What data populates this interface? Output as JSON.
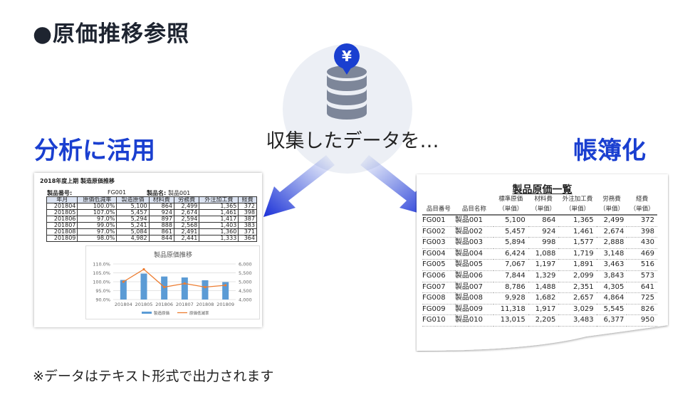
{
  "title": "●原価推移参照",
  "center": {
    "caption": "収集したデータを…",
    "currency_symbol": "¥",
    "icon": "database-icon"
  },
  "left_heading": "分析に活用",
  "right_heading": "帳簿化",
  "footer_note": "※データはテキスト形式で出力されます",
  "colors": {
    "accent": "#1a3fd0",
    "bar": "#5b9bd5",
    "line": "#ed7d31"
  },
  "left_sheet": {
    "title": "2018年度上期 製造原価推移",
    "product_no_label": "製品番号:",
    "product_no": "FG001",
    "product_name_label": "製品名:",
    "product_name": "製品001",
    "headers": [
      "年月",
      "原価低減率",
      "製造原価",
      "材料費",
      "労務費",
      "外注加工費",
      "経費"
    ],
    "rows": [
      [
        "201804",
        "100.0%",
        "5,100",
        "864",
        "2,499",
        "1,365",
        "372"
      ],
      [
        "201805",
        "107.0%",
        "5,457",
        "924",
        "2,674",
        "1,461",
        "398"
      ],
      [
        "201806",
        "97.0%",
        "5,294",
        "897",
        "2,594",
        "1,417",
        "387"
      ],
      [
        "201807",
        "99.0%",
        "5,241",
        "888",
        "2,568",
        "1,403",
        "383"
      ],
      [
        "201808",
        "97.0%",
        "5,084",
        "861",
        "2,491",
        "1,360",
        "371"
      ],
      [
        "201809",
        "98.0%",
        "4,982",
        "844",
        "2,441",
        "1,333",
        "364"
      ]
    ]
  },
  "chart_data": {
    "type": "bar",
    "title": "製品原価推移",
    "categories": [
      "201804",
      "201805",
      "201806",
      "201807",
      "201808",
      "201809"
    ],
    "series": [
      {
        "name": "製造原価",
        "type": "bar",
        "axis": "right",
        "values": [
          5100,
          5457,
          5294,
          5241,
          5084,
          4982
        ]
      },
      {
        "name": "原価低減率",
        "type": "line",
        "axis": "left",
        "values": [
          100.0,
          107.0,
          97.0,
          99.0,
          97.0,
          98.0
        ]
      }
    ],
    "left_ticks": [
      "90.0%",
      "95.0%",
      "100.0%",
      "105.0%",
      "110.0%"
    ],
    "right_ticks": [
      "4,000",
      "4,500",
      "5,000",
      "5,500",
      "6,000"
    ],
    "ylim_left": [
      90,
      110
    ],
    "ylim_right": [
      4000,
      6000
    ],
    "legend": "bottom"
  },
  "right_sheet": {
    "title": "製品原価一覧",
    "headers": [
      [
        "品目番号",
        ""
      ],
      [
        "品目名称",
        ""
      ],
      [
        "標準原価",
        "（単価）"
      ],
      [
        "材料費",
        "（単価）"
      ],
      [
        "外注加工費",
        "（単価）"
      ],
      [
        "労務費",
        "（単価）"
      ],
      [
        "経費",
        "（単価）"
      ]
    ],
    "rows": [
      [
        "FG001",
        "製品001",
        "5,100",
        "864",
        "1,365",
        "2,499",
        "372"
      ],
      [
        "FG002",
        "製品002",
        "5,457",
        "924",
        "1,461",
        "2,674",
        "398"
      ],
      [
        "FG003",
        "製品003",
        "5,894",
        "998",
        "1,577",
        "2,888",
        "430"
      ],
      [
        "FG004",
        "製品004",
        "6,424",
        "1,088",
        "1,719",
        "3,148",
        "469"
      ],
      [
        "FG005",
        "製品005",
        "7,067",
        "1,197",
        "1,891",
        "3,463",
        "516"
      ],
      [
        "FG006",
        "製品006",
        "7,844",
        "1,329",
        "2,099",
        "3,843",
        "573"
      ],
      [
        "FG007",
        "製品007",
        "8,786",
        "1,488",
        "2,351",
        "4,305",
        "641"
      ],
      [
        "FG008",
        "製品008",
        "9,928",
        "1,682",
        "2,657",
        "4,864",
        "725"
      ],
      [
        "FG009",
        "製品009",
        "11,318",
        "1,917",
        "3,029",
        "5,545",
        "826"
      ],
      [
        "FG010",
        "製品010",
        "13,015",
        "2,205",
        "3,483",
        "6,377",
        "950"
      ]
    ]
  }
}
